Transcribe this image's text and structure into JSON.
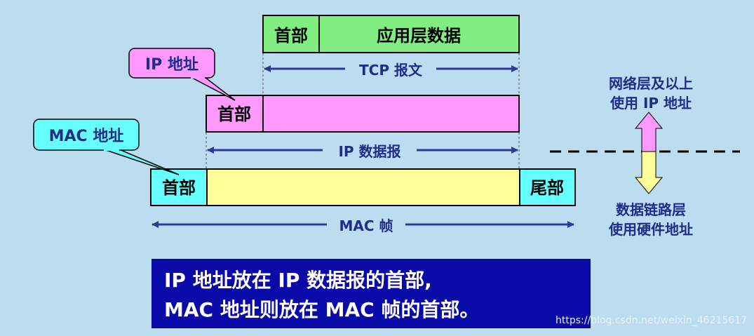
{
  "tcp": {
    "header": "首部",
    "data": "应用层数据",
    "span_label": "TCP 报文"
  },
  "ip": {
    "callout": "IP 地址",
    "header": "首部",
    "span_label": "IP 数据报"
  },
  "mac": {
    "callout": "MAC 地址",
    "header": "首部",
    "trailer": "尾部",
    "span_label": "MAC 帧"
  },
  "layers": {
    "upper": [
      "网络层及以上",
      "使用 IP 地址"
    ],
    "lower": [
      "数据链路层",
      "使用硬件地址"
    ]
  },
  "note": [
    "IP 地址放在 IP 数据报的首部,",
    "MAC 地址则放在 MAC 帧的首部。"
  ],
  "watermark": "https://blog.csdn.net/weixin_46215617",
  "colors": {
    "tcp_fill": "#80ee80",
    "ip_fill": "#ff99ff",
    "mac_header_fill": "#66ffff",
    "mac_data_fill": "#ffff99",
    "arrow_blue": "#2b3a9a",
    "note_bg": "#0a0aa8"
  }
}
